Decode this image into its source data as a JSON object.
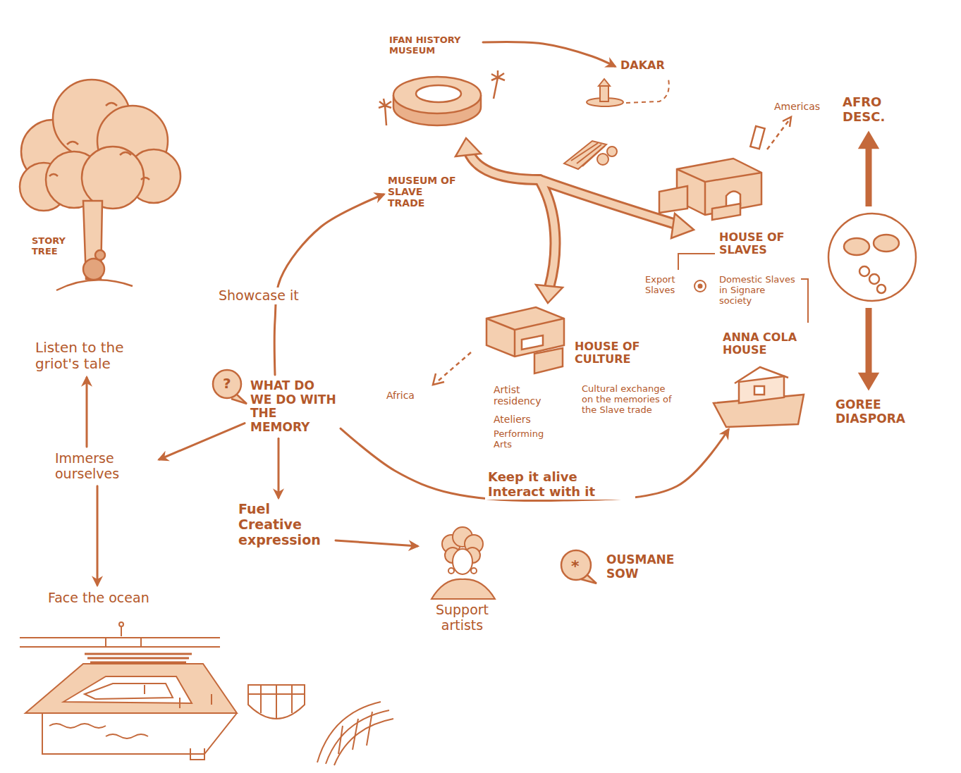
{
  "diagram": {
    "nodes": [
      {
        "text": [
          "IFAN HISTORY MUSEUM"
        ]
      },
      {
        "text": [
          "DAKAR"
        ]
      },
      {
        "text": [
          "AFRO DESC."
        ]
      },
      {
        "text": [
          "MUSEUM OF SLAVE TRADE"
        ]
      },
      {
        "text": [
          "STORY TREE"
        ]
      },
      {
        "text": [
          "HOUSE OF SLAVES"
        ]
      },
      {
        "text": [
          "HOUSE OF CULTURE"
        ]
      },
      {
        "text": [
          "ANNA COLA HOUSE"
        ]
      },
      {
        "text": [
          "Listen to the griot's tale"
        ]
      },
      {
        "text": [
          "WHAT DO WE DO WITH THE MEMORY"
        ]
      },
      {
        "text": [
          "GOREE DIASPORA"
        ]
      },
      {
        "text": [
          "Immerse ourselves"
        ]
      },
      {
        "text": [
          "Fuel Creative expression"
        ]
      },
      {
        "text": [
          "Face the ocean"
        ]
      },
      {
        "text": [
          "Support artists"
        ]
      }
    ],
    "edges": [
      {
        "from": 0,
        "to": 1,
        "arrow": "to"
      },
      {
        "from": 9,
        "to": 3,
        "label": "Showcase it",
        "arrow": "to"
      },
      {
        "from": 9,
        "to": 11,
        "arrow": "to"
      },
      {
        "from": 11,
        "to": 8,
        "arrow": "to"
      },
      {
        "from": 11,
        "to": 13,
        "arrow": "to"
      },
      {
        "from": 9,
        "to": 12,
        "arrow": "to"
      },
      {
        "from": 12,
        "to": 14,
        "arrow": "to"
      },
      {
        "from": 9,
        "to": 7,
        "label": "Keep it alive Interact with it",
        "arrow": "to"
      }
    ],
    "labels": [
      "?",
      "Americas",
      "Export Slaves",
      "Domestic Slaves in Signare society",
      "Africa",
      "Artist residency",
      "Ateliers",
      "Performing Arts",
      "Cultural exchange on the memories of the Slave trade",
      "*",
      "OUSMANE SOW"
    ]
  }
}
